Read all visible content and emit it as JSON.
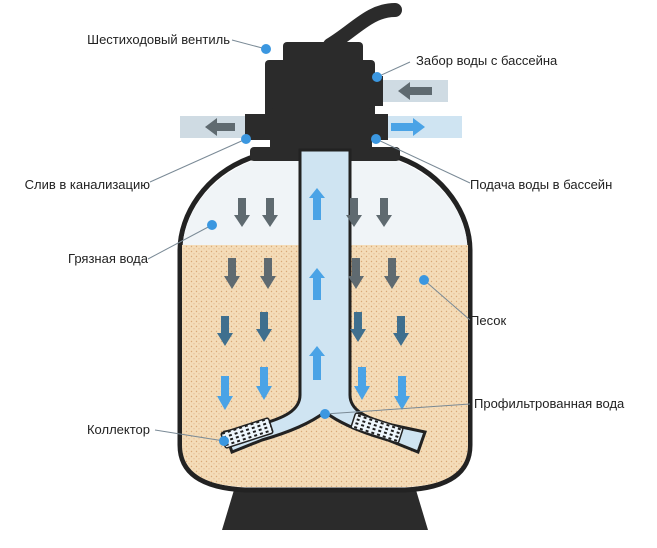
{
  "labels": {
    "valve": "Шестиходовый вентиль",
    "intake": "Забор воды с бассейна",
    "drain": "Слив в канализацию",
    "supply": "Подача воды в бассейн",
    "dirty_water": "Грязная вода",
    "sand": "Песок",
    "filtered_water": "Профильтрованная вода",
    "collector": "Коллектор"
  },
  "colors": {
    "body_dark": "#2b2b2b",
    "sand": "#f4dcb8",
    "sand_dots": "#d9a877",
    "water_blue": "#4aa3e6",
    "pipe_light": "#cfe4f2",
    "arrow_gray": "#5f6a70",
    "marker_blue": "#3b97e0",
    "tank_outline": "#222222"
  },
  "icons": {
    "down_arrow": "arrow-down-icon",
    "up_arrow": "arrow-up-icon",
    "left_arrow": "arrow-left-icon",
    "right_arrow": "arrow-right-icon"
  }
}
